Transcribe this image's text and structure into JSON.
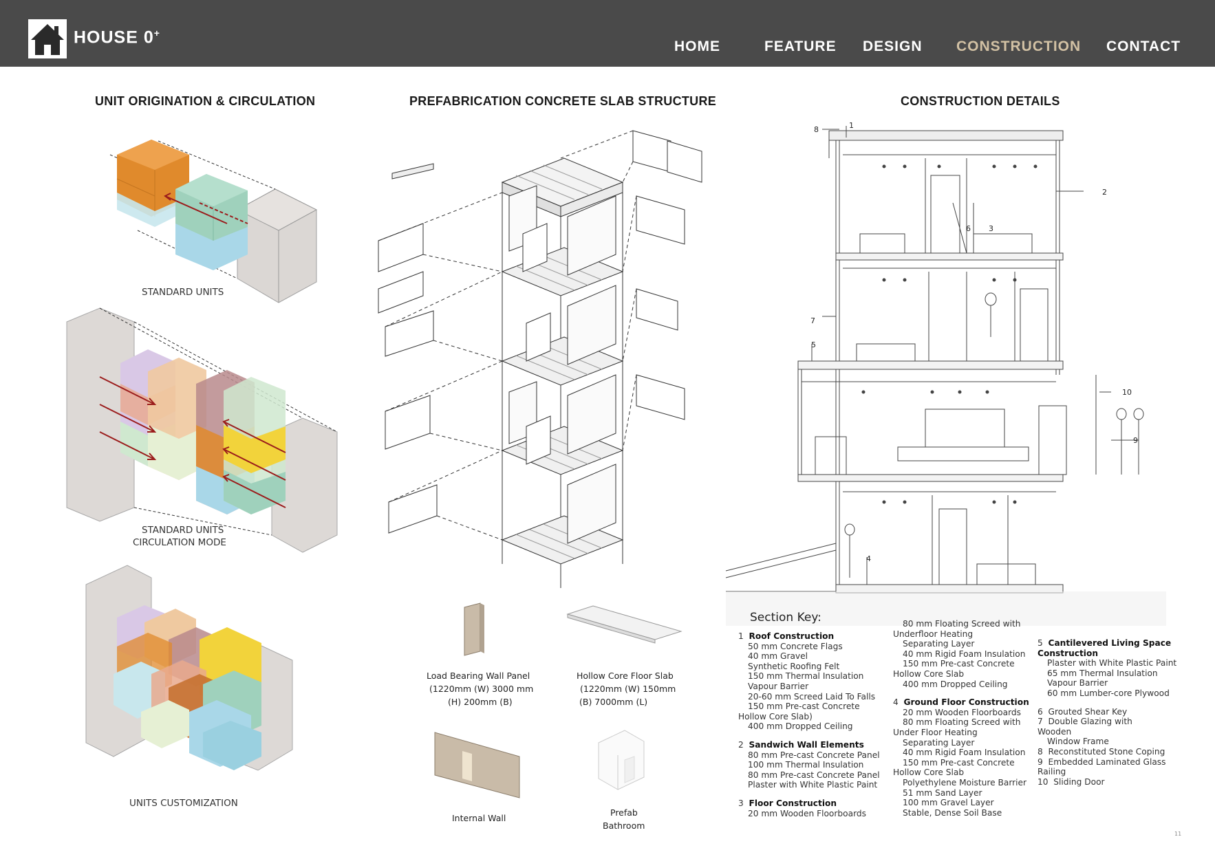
{
  "header": {
    "brand": "HOUSE 0",
    "brand_sup": "+",
    "nav": [
      {
        "label": "HOME",
        "active": false
      },
      {
        "label": "FEATURE",
        "active": false
      },
      {
        "label": "DESIGN",
        "active": false
      },
      {
        "label": "CONSTRUCTION",
        "active": true
      },
      {
        "label": "CONTACT",
        "active": false
      }
    ],
    "active_color": "#d2c1a4",
    "bar_color": "#4a4a4a"
  },
  "sections": {
    "left_title": "UNIT ORIGINATION & CIRCULATION",
    "middle_title": "PREFABRICATION CONCRETE SLAB STRUCTURE",
    "right_title": "CONSTRUCTION DETAILS"
  },
  "left_captions": {
    "standard_units": "STANDARD UNITS",
    "circulation_line1": "STANDARD UNITS",
    "circulation_line2": "CIRCULATION MODE",
    "customization": "UNITS CUSTOMIZATION"
  },
  "components": {
    "wall_panel": [
      "Load Bearing Wall Panel",
      "(1220mm (W) 3000 mm",
      "(H) 200mm (B)"
    ],
    "floor_slab": [
      "Hollow Core Floor Slab",
      "(1220mm (W) 150mm",
      "(B) 7000mm (L)"
    ],
    "internal_wall": "Internal Wall",
    "bathroom": [
      "Prefab",
      "Bathroom"
    ]
  },
  "section_numbers": [
    "1",
    "2",
    "3",
    "4",
    "5",
    "6",
    "7",
    "8",
    "9",
    "10"
  ],
  "section_key": {
    "title": "Section Key:",
    "col1": [
      {
        "num": "1",
        "head": "Roof Construction",
        "lines": [
          "50 mm Concrete Flags",
          "40 mm Gravel",
          "Synthetic Roofing Felt",
          "150 mm Thermal Insulation",
          "Vapour Barrier",
          "20-60 mm Screed Laid To Falls",
          "150 mm Pre-cast Concrete",
          "Hollow Core Slab)",
          "400 mm Dropped Ceiling"
        ]
      },
      {
        "num": "2",
        "head": "Sandwich Wall Elements",
        "lines": [
          "80 mm  Pre-cast Concrete Panel",
          "100 mm Thermal Insulation",
          "80 mm Pre-cast Concrete Panel",
          "Plaster with White Plastic Paint"
        ]
      },
      {
        "num": "3",
        "head": "Floor Construction",
        "lines": [
          "20 mm Wooden Floorboards"
        ]
      }
    ],
    "col2_top": [
      "80 mm Floating Screed with",
      "Underfloor Heating",
      "Separating Layer",
      "40 mm Rigid Foam Insulation",
      "150 mm Pre-cast Concrete",
      "Hollow Core Slab",
      "400 mm Dropped Ceiling"
    ],
    "col2": [
      {
        "num": "4",
        "head": "Ground Floor Construction",
        "lines": [
          "20 mm Wooden Floorboards",
          "80 mm Floating Screed with",
          "Under Floor Heating",
          "Separating Layer",
          "40 mm Rigid Foam Insulation",
          "150 mm Pre-cast Concrete",
          "Hollow Core Slab",
          "Polyethylene Moisture Barrier",
          "51 mm Sand Layer",
          "100 mm Gravel Layer",
          "Stable, Dense Soil Base"
        ]
      }
    ],
    "col3": [
      {
        "num": "5",
        "head": "Cantilevered Living Space",
        "head2": "Construction",
        "lines": [
          "Plaster with White Plastic Paint",
          "65 mm Thermal Insulation",
          "Vapour Barrier",
          "60 mm Lumber-core Plywood"
        ]
      },
      {
        "num": "6",
        "text": "Grouted Shear Key"
      },
      {
        "num": "7",
        "text": "Double Glazing with",
        "text2": "Wooden",
        "text3": "Window Frame"
      },
      {
        "num": "8",
        "text": "Reconstituted Stone Coping"
      },
      {
        "num": "9",
        "text": "Embedded Laminated Glass",
        "text2": "Railing"
      },
      {
        "num": "10",
        "text": "Sliding Door"
      }
    ]
  },
  "page_number": "11",
  "colors": {
    "orange": "#e08a2c",
    "teal": "#9fd1bc",
    "lightblue": "#a9d7e8",
    "grey_box": "#d8d3d0",
    "arrow_red": "#9b1c1c",
    "lavender": "#d9c8e6",
    "peach": "#efc9a0",
    "salmon": "#e9a98d",
    "mauve": "#b98a8c",
    "yellow": "#f2d33b",
    "mint": "#cfe8cf",
    "wall_brick": "#c9bba8"
  }
}
